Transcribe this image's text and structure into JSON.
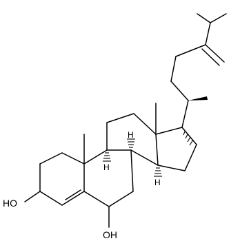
{
  "molecule": {
    "labels": {
      "oh_3": "HO",
      "oh_6": "OH",
      "h_9": "H",
      "h_8": "H",
      "h_14": "H"
    }
  }
}
